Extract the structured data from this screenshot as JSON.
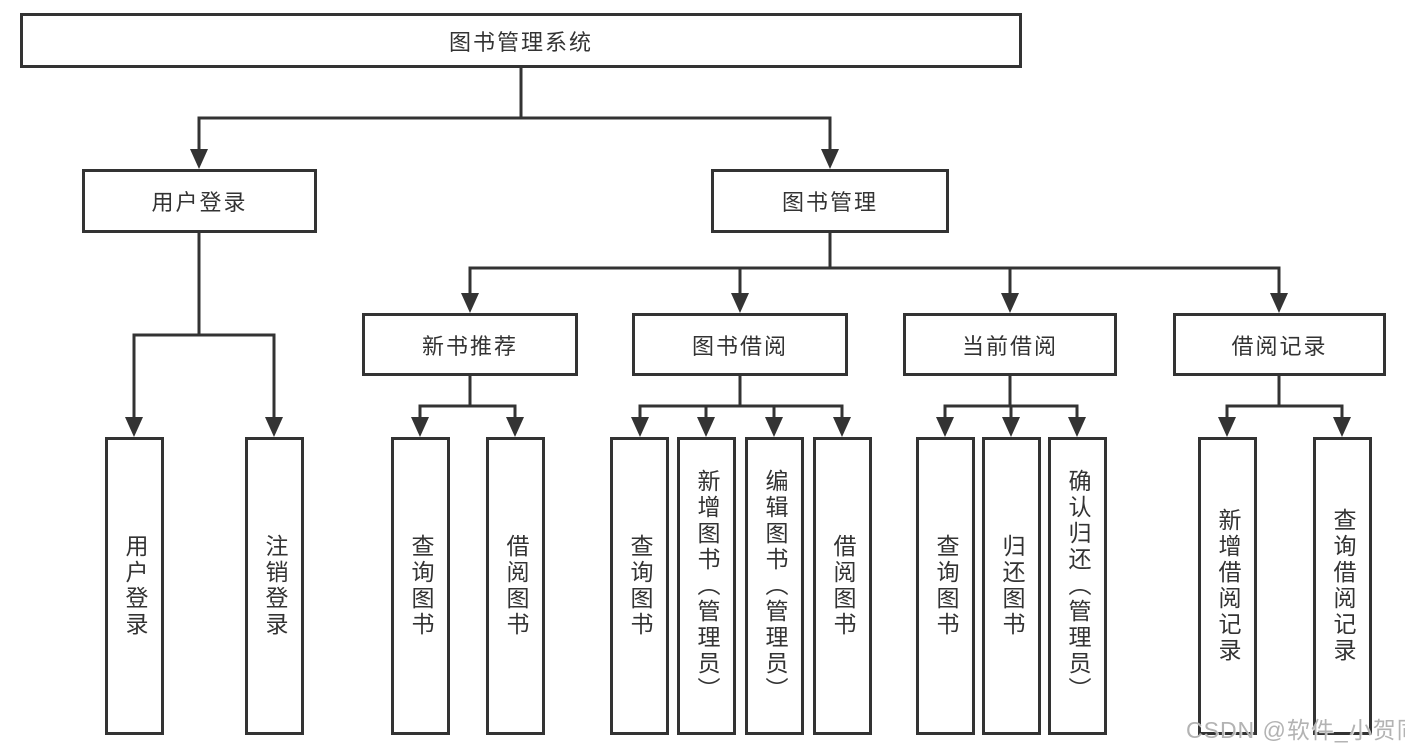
{
  "diagram": {
    "title": "图书管理系统",
    "nodes": {
      "root": "图书管理系统",
      "user_login": "用户登录",
      "book_management": "图书管理",
      "new_book_recommend": "新书推荐",
      "book_borrowing": "图书借阅",
      "current_borrowing": "当前借阅",
      "borrowing_records": "借阅记录",
      "leaves": {
        "user_login": [
          "用户登录",
          "注销登录"
        ],
        "new_book_recommend": [
          "查询图书",
          "借阅图书"
        ],
        "book_borrowing": [
          "查询图书",
          "新增图书（管理员）",
          "编辑图书（管理员）",
          "借阅图书"
        ],
        "current_borrowing": [
          "查询图书",
          "归还图书",
          "确认归还（管理员）"
        ],
        "borrowing_records": [
          "新增借阅记录",
          "查询借阅记录"
        ]
      }
    },
    "watermark": "CSDN @软件_小贺同学",
    "colors": {
      "stroke": "#333333",
      "text": "#333333",
      "background": "#ffffff",
      "watermark": "#b3b3b3"
    }
  }
}
